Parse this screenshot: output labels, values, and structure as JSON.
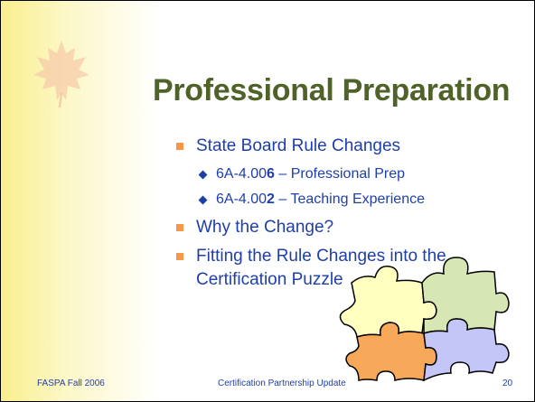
{
  "slide": {
    "title": "Professional Preparation",
    "bullets": [
      {
        "text": "State Board Rule Changes",
        "subitems": [
          {
            "prefix": "6A-4.00",
            "bold": "6",
            "suffix": " – Professional Prep"
          },
          {
            "prefix": "6A-4.00",
            "bold": "2",
            "suffix": " – Teaching Experience"
          }
        ]
      },
      {
        "text": "Why the Change?"
      },
      {
        "text": "Fitting the Rule Changes into the Certification Puzzle",
        "line1": "Fitting the Rule Changes into the",
        "line2": "Certification Puzzle"
      }
    ],
    "footer": {
      "left": "FASPA Fall 2006",
      "center": "Certification Partnership Update",
      "page": "20"
    },
    "decorations": {
      "leaf_icon": "maple-leaf-icon",
      "puzzle_icon": "puzzle-pieces-icon"
    }
  },
  "colors": {
    "title": "#4f6228",
    "text": "#1f3fa8",
    "bullet": "#f79646",
    "gradient": "#f9ef8e",
    "puzzle_yellow": "#ffffc0",
    "puzzle_green": "#d7e7b3",
    "puzzle_orange": "#f8a859",
    "puzzle_blue": "#c4c6f7"
  }
}
